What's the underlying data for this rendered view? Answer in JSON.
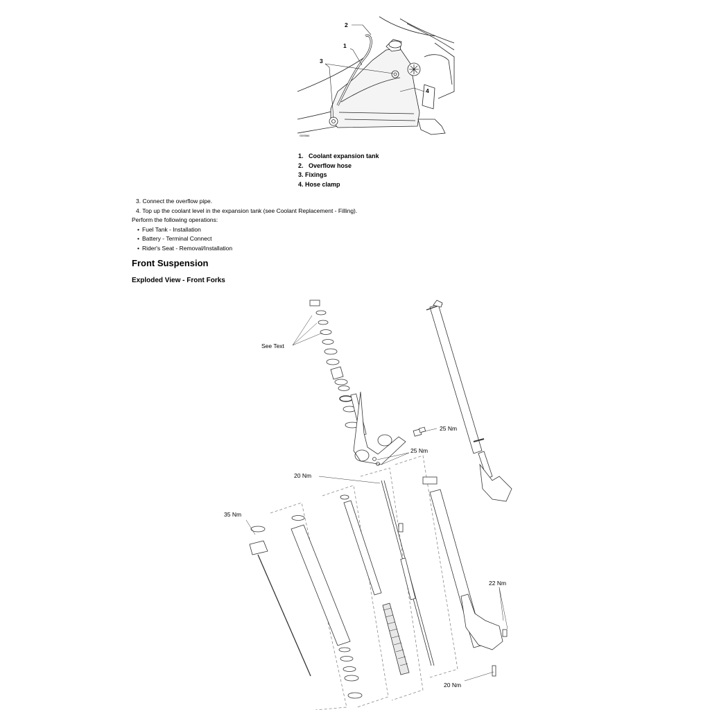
{
  "figure1": {
    "callouts": [
      "1",
      "2",
      "3",
      "4"
    ],
    "code": "G00584"
  },
  "legend": [
    {
      "num": "1.",
      "label": "Coolant expansion tank"
    },
    {
      "num": "2.",
      "label": "Overflow hose"
    },
    {
      "num": "3.",
      "label": "Fixings"
    },
    {
      "num": "4.",
      "label": "Hose clamp"
    }
  ],
  "steps": [
    "3. Connect the overflow pipe.",
    "4. Top up the coolant level in the expansion tank (see Coolant Replacement - Filling)."
  ],
  "operations_intro": "Perform the following operations:",
  "operations": [
    "Fuel Tank - Installation",
    "Battery - Terminal Connect",
    "Rider's Seat - Removal/Installation"
  ],
  "section_title": "Front Suspension",
  "subsection_title": "Exploded View - Front Forks",
  "figure2": {
    "see_text": "See Text",
    "torque_25a": "25 Nm",
    "torque_25b": "25 Nm",
    "torque_20a": "20 Nm",
    "torque_35": "35 Nm",
    "torque_22": "22 Nm",
    "torque_20b": "20 Nm"
  }
}
